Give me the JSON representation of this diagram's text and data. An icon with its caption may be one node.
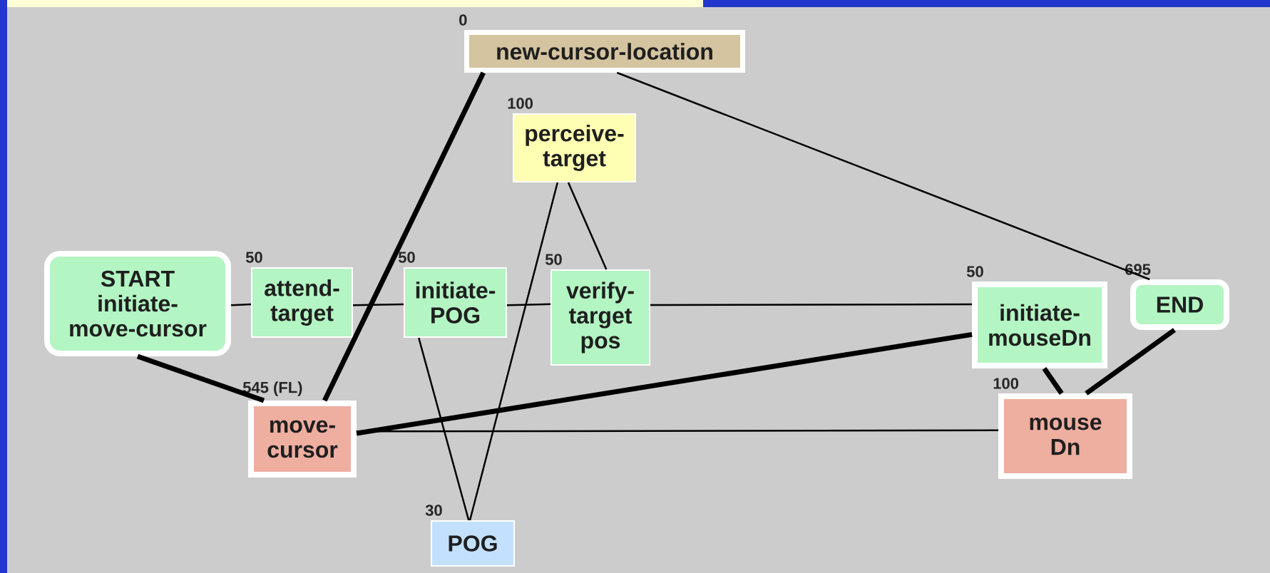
{
  "diagram": {
    "nodes": [
      {
        "text": [
          "new-cursor-location"
        ],
        "beside": [
          "0"
        ]
      },
      {
        "text": [
          "perceive-target"
        ],
        "beside": [
          "100"
        ]
      },
      {
        "text": [
          "START",
          "initiate-move-cursor"
        ]
      },
      {
        "text": [
          "attend-target"
        ],
        "beside": [
          "50"
        ]
      },
      {
        "text": [
          "initiate-POG"
        ],
        "beside": [
          "50"
        ]
      },
      {
        "text": [
          "verify-target pos"
        ],
        "beside": [
          "50"
        ]
      },
      {
        "text": [
          "initiate-mouseDn"
        ],
        "beside": [
          "50"
        ]
      },
      {
        "text": [
          "END"
        ],
        "beside": [
          "695"
        ]
      },
      {
        "text": [
          "move-cursor"
        ],
        "beside": [
          "545 (FL)"
        ]
      },
      {
        "text": [
          "mouse Dn"
        ],
        "beside": [
          "100"
        ]
      },
      {
        "text": [
          "POG"
        ],
        "beside": [
          "30"
        ]
      }
    ],
    "edges": [
      {
        "from": 2,
        "to": 3,
        "arrow": "none"
      },
      {
        "from": 3,
        "to": 4,
        "arrow": "none"
      },
      {
        "from": 4,
        "to": 5,
        "arrow": "none"
      },
      {
        "from": 5,
        "to": 6,
        "arrow": "none"
      },
      {
        "from": 0,
        "to": 8,
        "arrow": "none",
        "style": "thick"
      },
      {
        "from": 0,
        "to": 7,
        "arrow": "none"
      },
      {
        "from": 1,
        "to": 5,
        "arrow": "none"
      },
      {
        "from": 1,
        "to": 10,
        "arrow": "none"
      },
      {
        "from": 4,
        "to": 10,
        "arrow": "none"
      },
      {
        "from": 2,
        "to": 8,
        "arrow": "none",
        "style": "thick"
      },
      {
        "from": 8,
        "to": 6,
        "arrow": "none",
        "style": "thick"
      },
      {
        "from": 8,
        "to": 9,
        "arrow": "none"
      },
      {
        "from": 6,
        "to": 9,
        "arrow": "none",
        "style": "thick"
      },
      {
        "from": 7,
        "to": 9,
        "arrow": "none",
        "style": "thick"
      }
    ]
  }
}
